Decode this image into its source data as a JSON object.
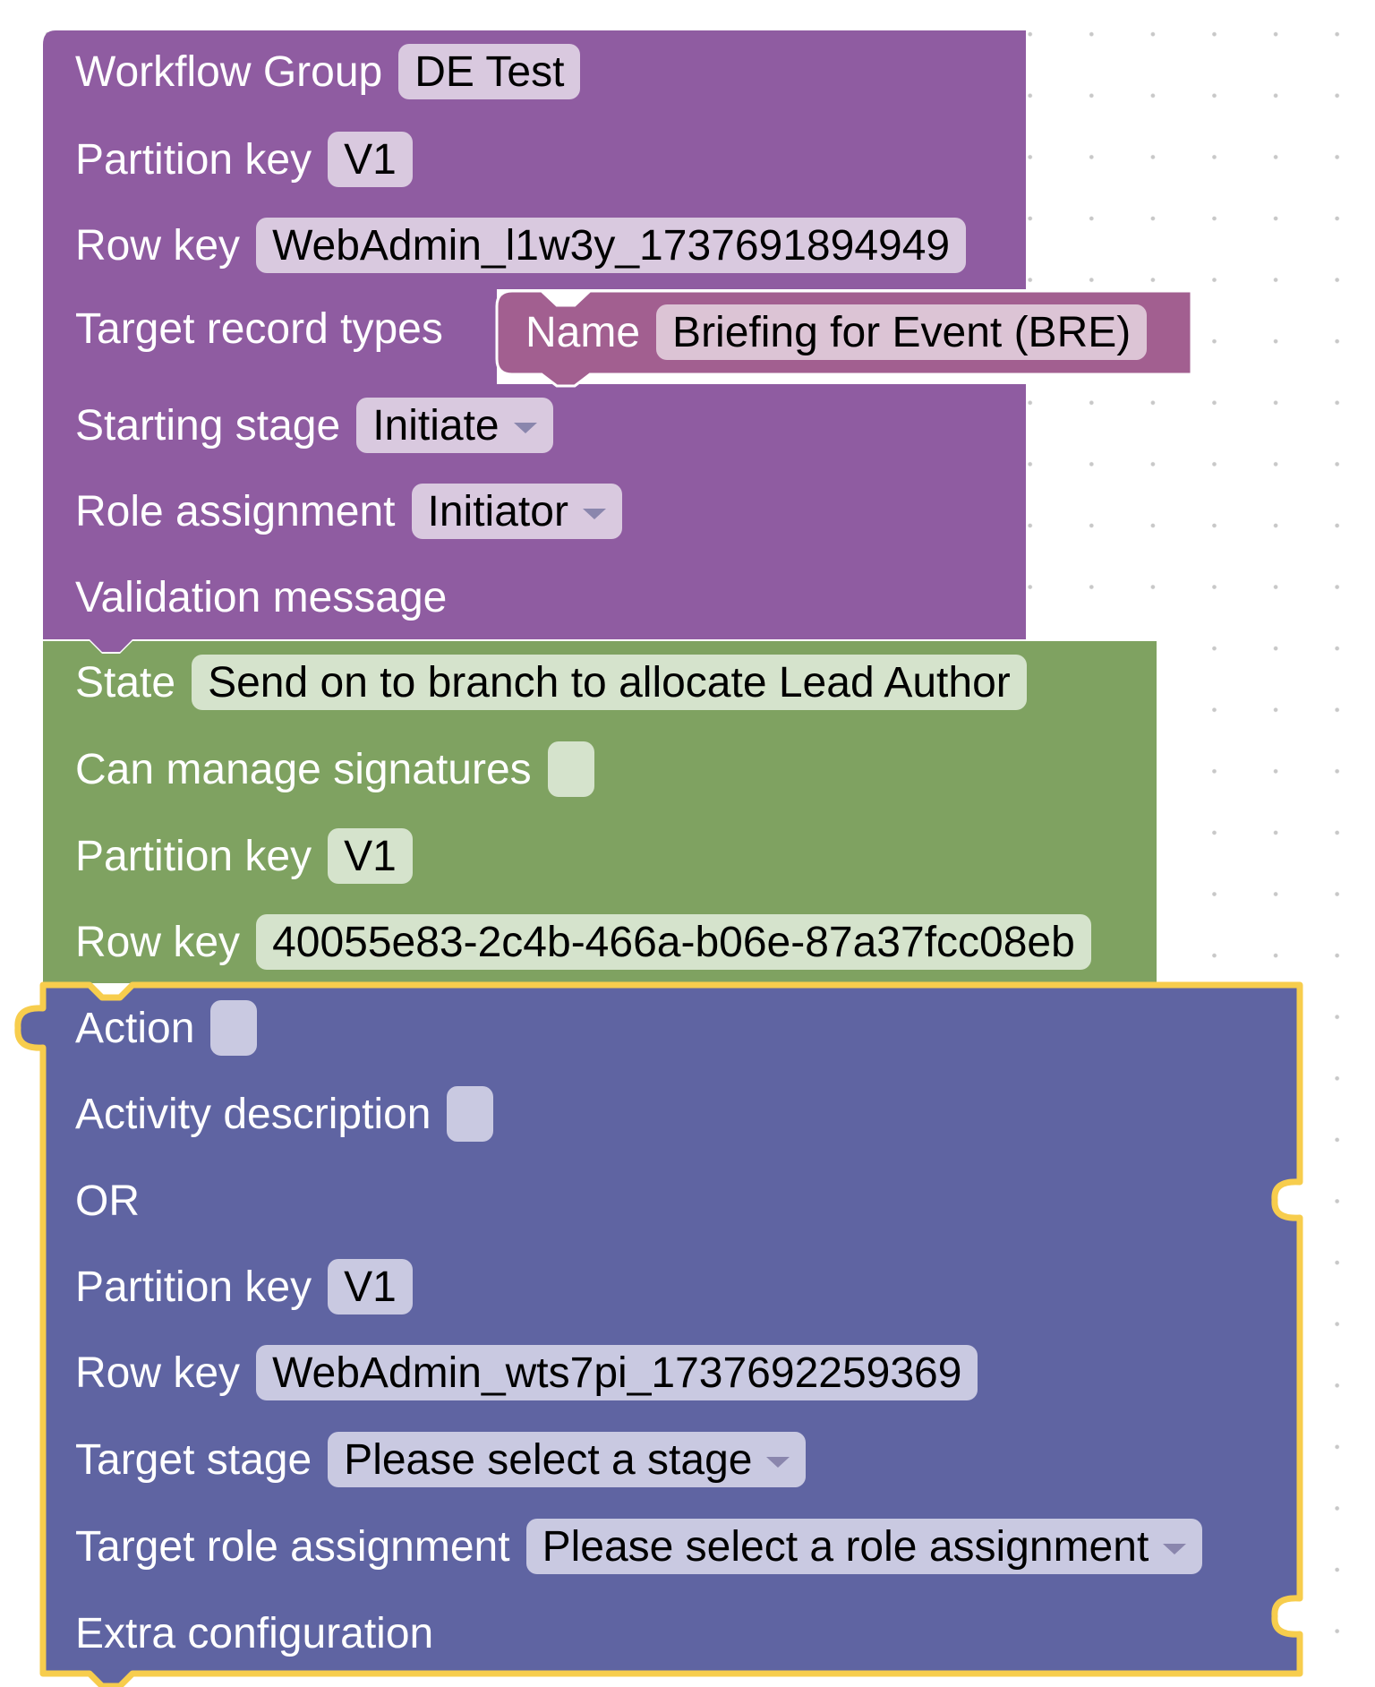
{
  "colors": {
    "workflow_block": "#8f5ca1",
    "state_block": "#7fa261",
    "action_block": "#5f64a2",
    "name_block": "#a25f90",
    "selection_highlight": "#f7cd4d",
    "canvas_dot": "#c8c8c8"
  },
  "workflow_group": {
    "title_label": "Workflow Group",
    "title_value": "DE Test",
    "partition_key_label": "Partition key",
    "partition_key_value": "V1",
    "row_key_label": "Row key",
    "row_key_value": "WebAdmin_l1w3y_1737691894949",
    "target_record_types_label": "Target record types",
    "starting_stage_label": "Starting stage",
    "starting_stage_value": "Initiate",
    "role_assignment_label": "Role assignment",
    "role_assignment_value": "Initiator",
    "validation_message_label": "Validation message"
  },
  "name_block": {
    "label": "Name",
    "value": "Briefing for Event (BRE)"
  },
  "state_block": {
    "state_label": "State",
    "state_value": "Send on to branch to allocate Lead Author",
    "can_manage_signatures_label": "Can manage signatures",
    "partition_key_label": "Partition key",
    "partition_key_value": "V1",
    "row_key_label": "Row key",
    "row_key_value": "40055e83-2c4b-466a-b06e-87a37fcc08eb"
  },
  "action_block": {
    "action_label": "Action",
    "activity_description_label": "Activity description",
    "or_label": "OR",
    "partition_key_label": "Partition key",
    "partition_key_value": "V1",
    "row_key_label": "Row key",
    "row_key_value": "WebAdmin_wts7pi_1737692259369",
    "target_stage_label": "Target stage",
    "target_stage_value": "Please select a stage",
    "target_role_assignment_label": "Target role assignment",
    "target_role_assignment_value": "Please select a role assignment",
    "extra_configuration_label": "Extra configuration"
  }
}
